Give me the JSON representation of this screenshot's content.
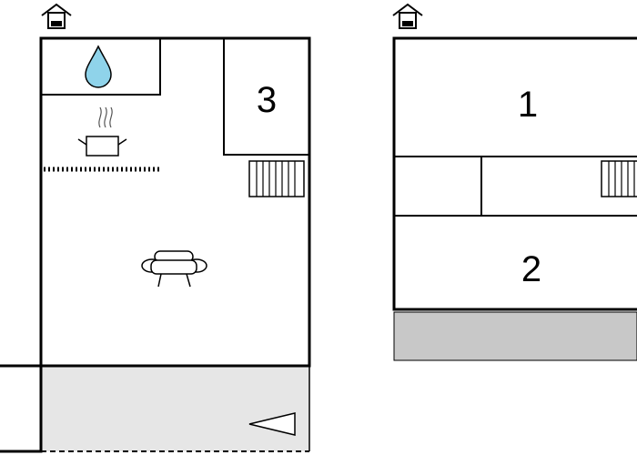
{
  "floors": [
    {
      "id": "left-floor",
      "rooms": [
        {
          "label": "3"
        }
      ]
    },
    {
      "id": "right-floor",
      "rooms": [
        {
          "label": "1"
        },
        {
          "label": "2"
        }
      ]
    }
  ],
  "icons": {
    "entrance": "house-entrance-icon",
    "water": "water-drop-icon",
    "kitchen": "cooking-pot-icon",
    "sofa": "sofa-icon",
    "stairs": "stairs-icon",
    "arrow": "direction-arrow-icon"
  },
  "colors": {
    "water": "#8fd3ea",
    "terrace": "#e6e6e6",
    "balcony": "#c8c8c8",
    "wall": "#000000"
  }
}
